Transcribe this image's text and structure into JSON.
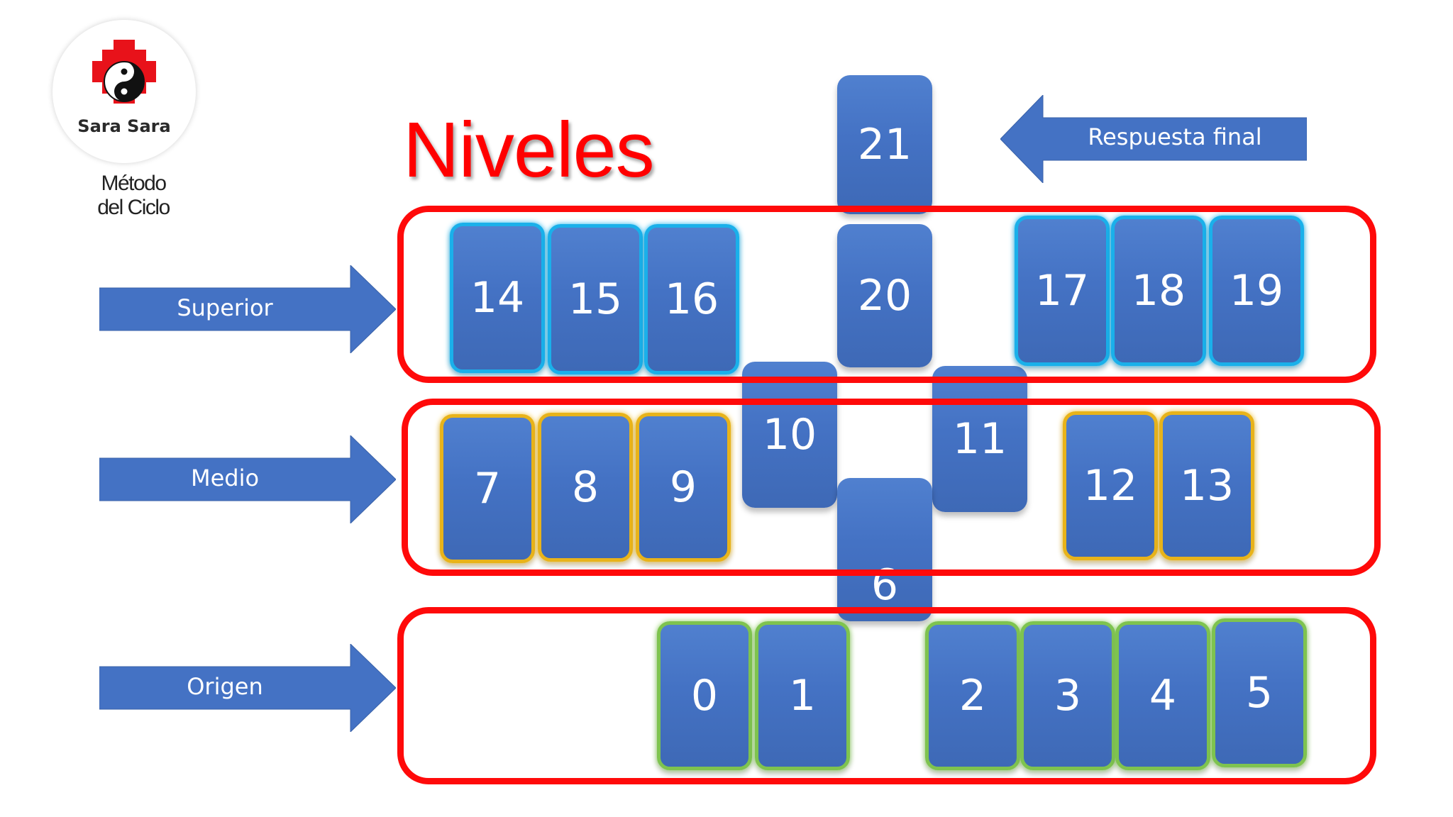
{
  "logo": {
    "name": "Sara Sara",
    "method_line1": "Método",
    "method_line2": "del Ciclo"
  },
  "title": "Niveles",
  "final_answer_label": "Respuesta final",
  "levels": [
    {
      "label": "Superior",
      "color": "#1ab0ea"
    },
    {
      "label": "Medio",
      "color": "#e8b31a"
    },
    {
      "label": "Origen",
      "color": "#7ec34f"
    }
  ],
  "cards": [
    "0",
    "1",
    "2",
    "3",
    "4",
    "5",
    "6",
    "7",
    "8",
    "9",
    "10",
    "11",
    "12",
    "13",
    "14",
    "15",
    "16",
    "17",
    "18",
    "19",
    "20",
    "21"
  ],
  "colors": {
    "card": "#4472c4",
    "group_border": "#ff0a0a",
    "title": "#ff0000",
    "arrow": "#4472c4"
  }
}
